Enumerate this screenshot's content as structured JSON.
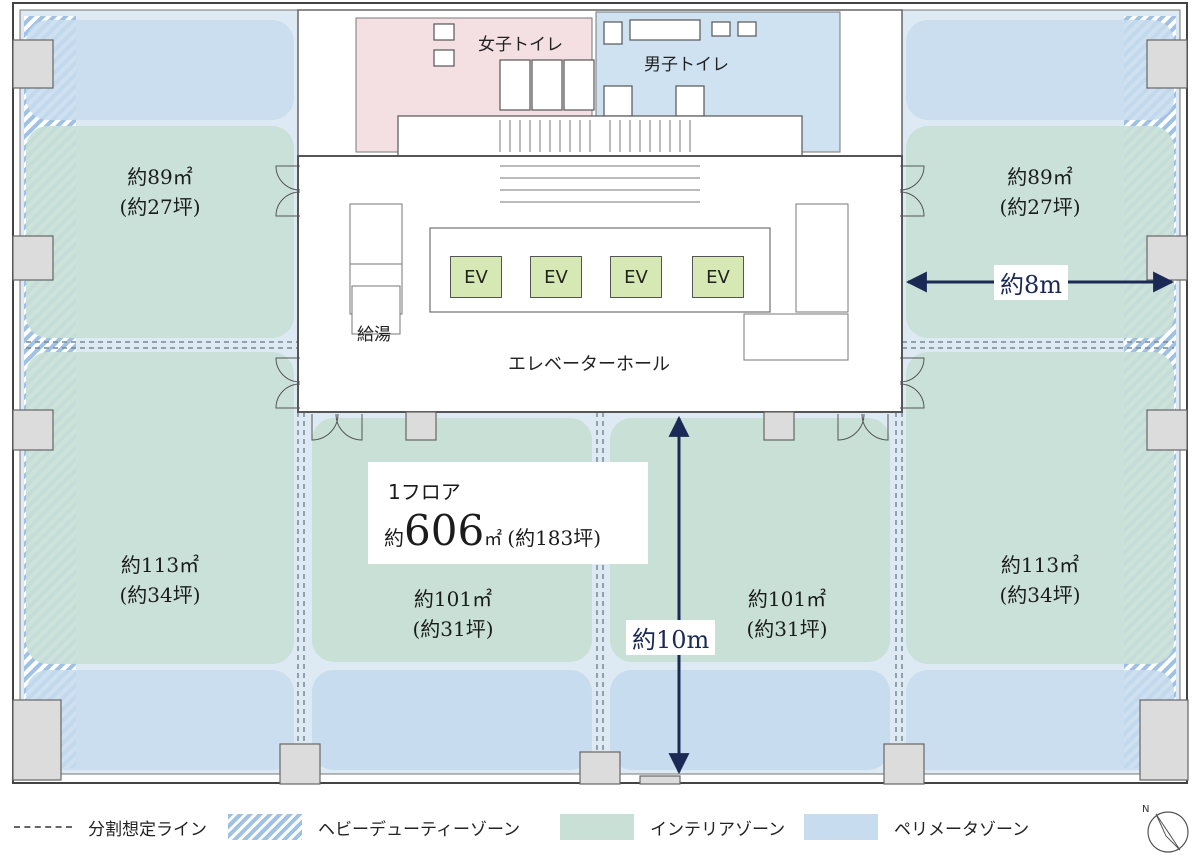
{
  "rooms": {
    "womens_toilet": "女子トイレ",
    "mens_toilet": "男子トイレ",
    "kyuto": "給湯",
    "elevator_hall": "エレベーターホール",
    "ev_labels": [
      "EV",
      "EV",
      "EV",
      "EV"
    ]
  },
  "zones": {
    "top_left": {
      "area": "約89㎡",
      "tsubo": "(約27坪)"
    },
    "top_right": {
      "area": "約89㎡",
      "tsubo": "(約27坪)"
    },
    "left": {
      "area": "約113㎡",
      "tsubo": "(約34坪)"
    },
    "right": {
      "area": "約113㎡",
      "tsubo": "(約34坪)"
    },
    "center_left": {
      "area": "約101㎡",
      "tsubo": "(約31坪)"
    },
    "center_right": {
      "area": "約101㎡",
      "tsubo": "(約31坪)"
    }
  },
  "total": {
    "title": "1フロア",
    "prefix": "約",
    "value": "606",
    "unit": "㎡",
    "tsubo": "(約183坪)"
  },
  "dimensions": {
    "depth_right": "約8m",
    "depth_center": "約10m"
  },
  "legend": {
    "items": [
      {
        "label": "分割想定ライン",
        "kind": "dash"
      },
      {
        "label": "ヘビーデューティーゾーン",
        "kind": "hatch"
      },
      {
        "label": "インテリアゾーン",
        "kind": "interior"
      },
      {
        "label": "ペリメータゾーン",
        "kind": "perimeter"
      }
    ]
  },
  "colors": {
    "interior": "#c8e0d6",
    "perimeter": "#c7dcee",
    "heavy_duty": "#9fc2e4",
    "womens_toilet": "#f4dfe3",
    "mens_toilet": "#cfe2f2",
    "elevator": "#d6e8b4",
    "wall": "#444444",
    "dimension": "#1b2a55"
  },
  "compass_label": "N"
}
